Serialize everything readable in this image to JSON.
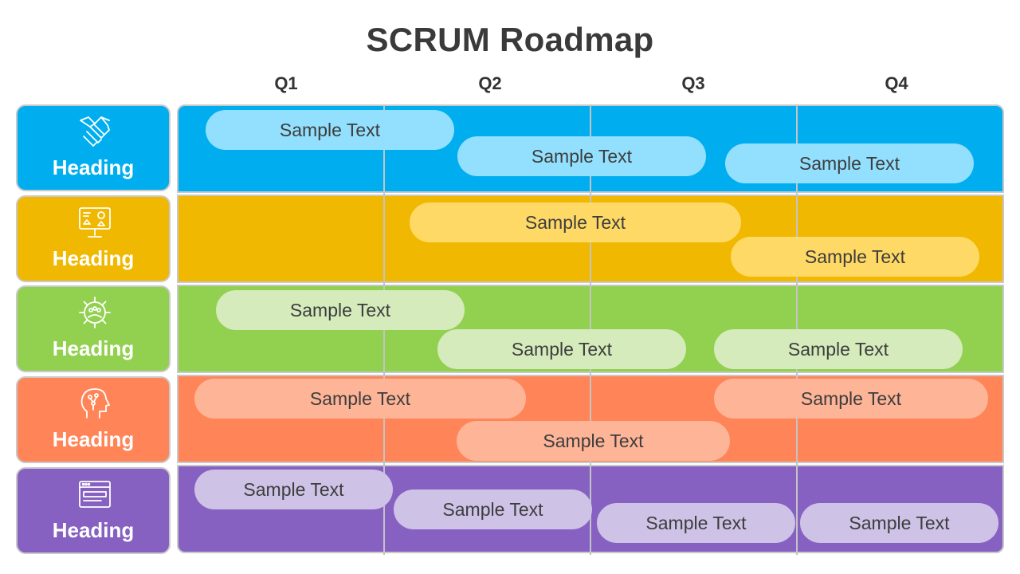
{
  "title": "SCRUM Roadmap",
  "quarters": [
    "Q1",
    "Q2",
    "Q3",
    "Q4"
  ],
  "rows": [
    {
      "heading": "Heading",
      "icon": "handshake-icon",
      "color": "#00aeef",
      "pill_color": "#93e0fe",
      "items": [
        "Sample Text",
        "Sample Text",
        "Sample Text"
      ]
    },
    {
      "heading": "Heading",
      "icon": "presentation-board-icon",
      "color": "#f0b800",
      "pill_color": "#ffd966",
      "items": [
        "Sample Text",
        "Sample Text"
      ]
    },
    {
      "heading": "Heading",
      "icon": "gear-team-icon",
      "color": "#92d050",
      "pill_color": "#d5ebbb",
      "items": [
        "Sample Text",
        "Sample Text",
        "Sample Text"
      ]
    },
    {
      "heading": "Heading",
      "icon": "ai-head-icon",
      "color": "#ff8558",
      "pill_color": "#fdb497",
      "items": [
        "Sample Text",
        "Sample Text",
        "Sample Text"
      ]
    },
    {
      "heading": "Heading",
      "icon": "browser-window-icon",
      "color": "#8661c1",
      "pill_color": "#cec2e6",
      "items": [
        "Sample Text",
        "Sample Text",
        "Sample Text",
        "Sample Text"
      ]
    }
  ]
}
